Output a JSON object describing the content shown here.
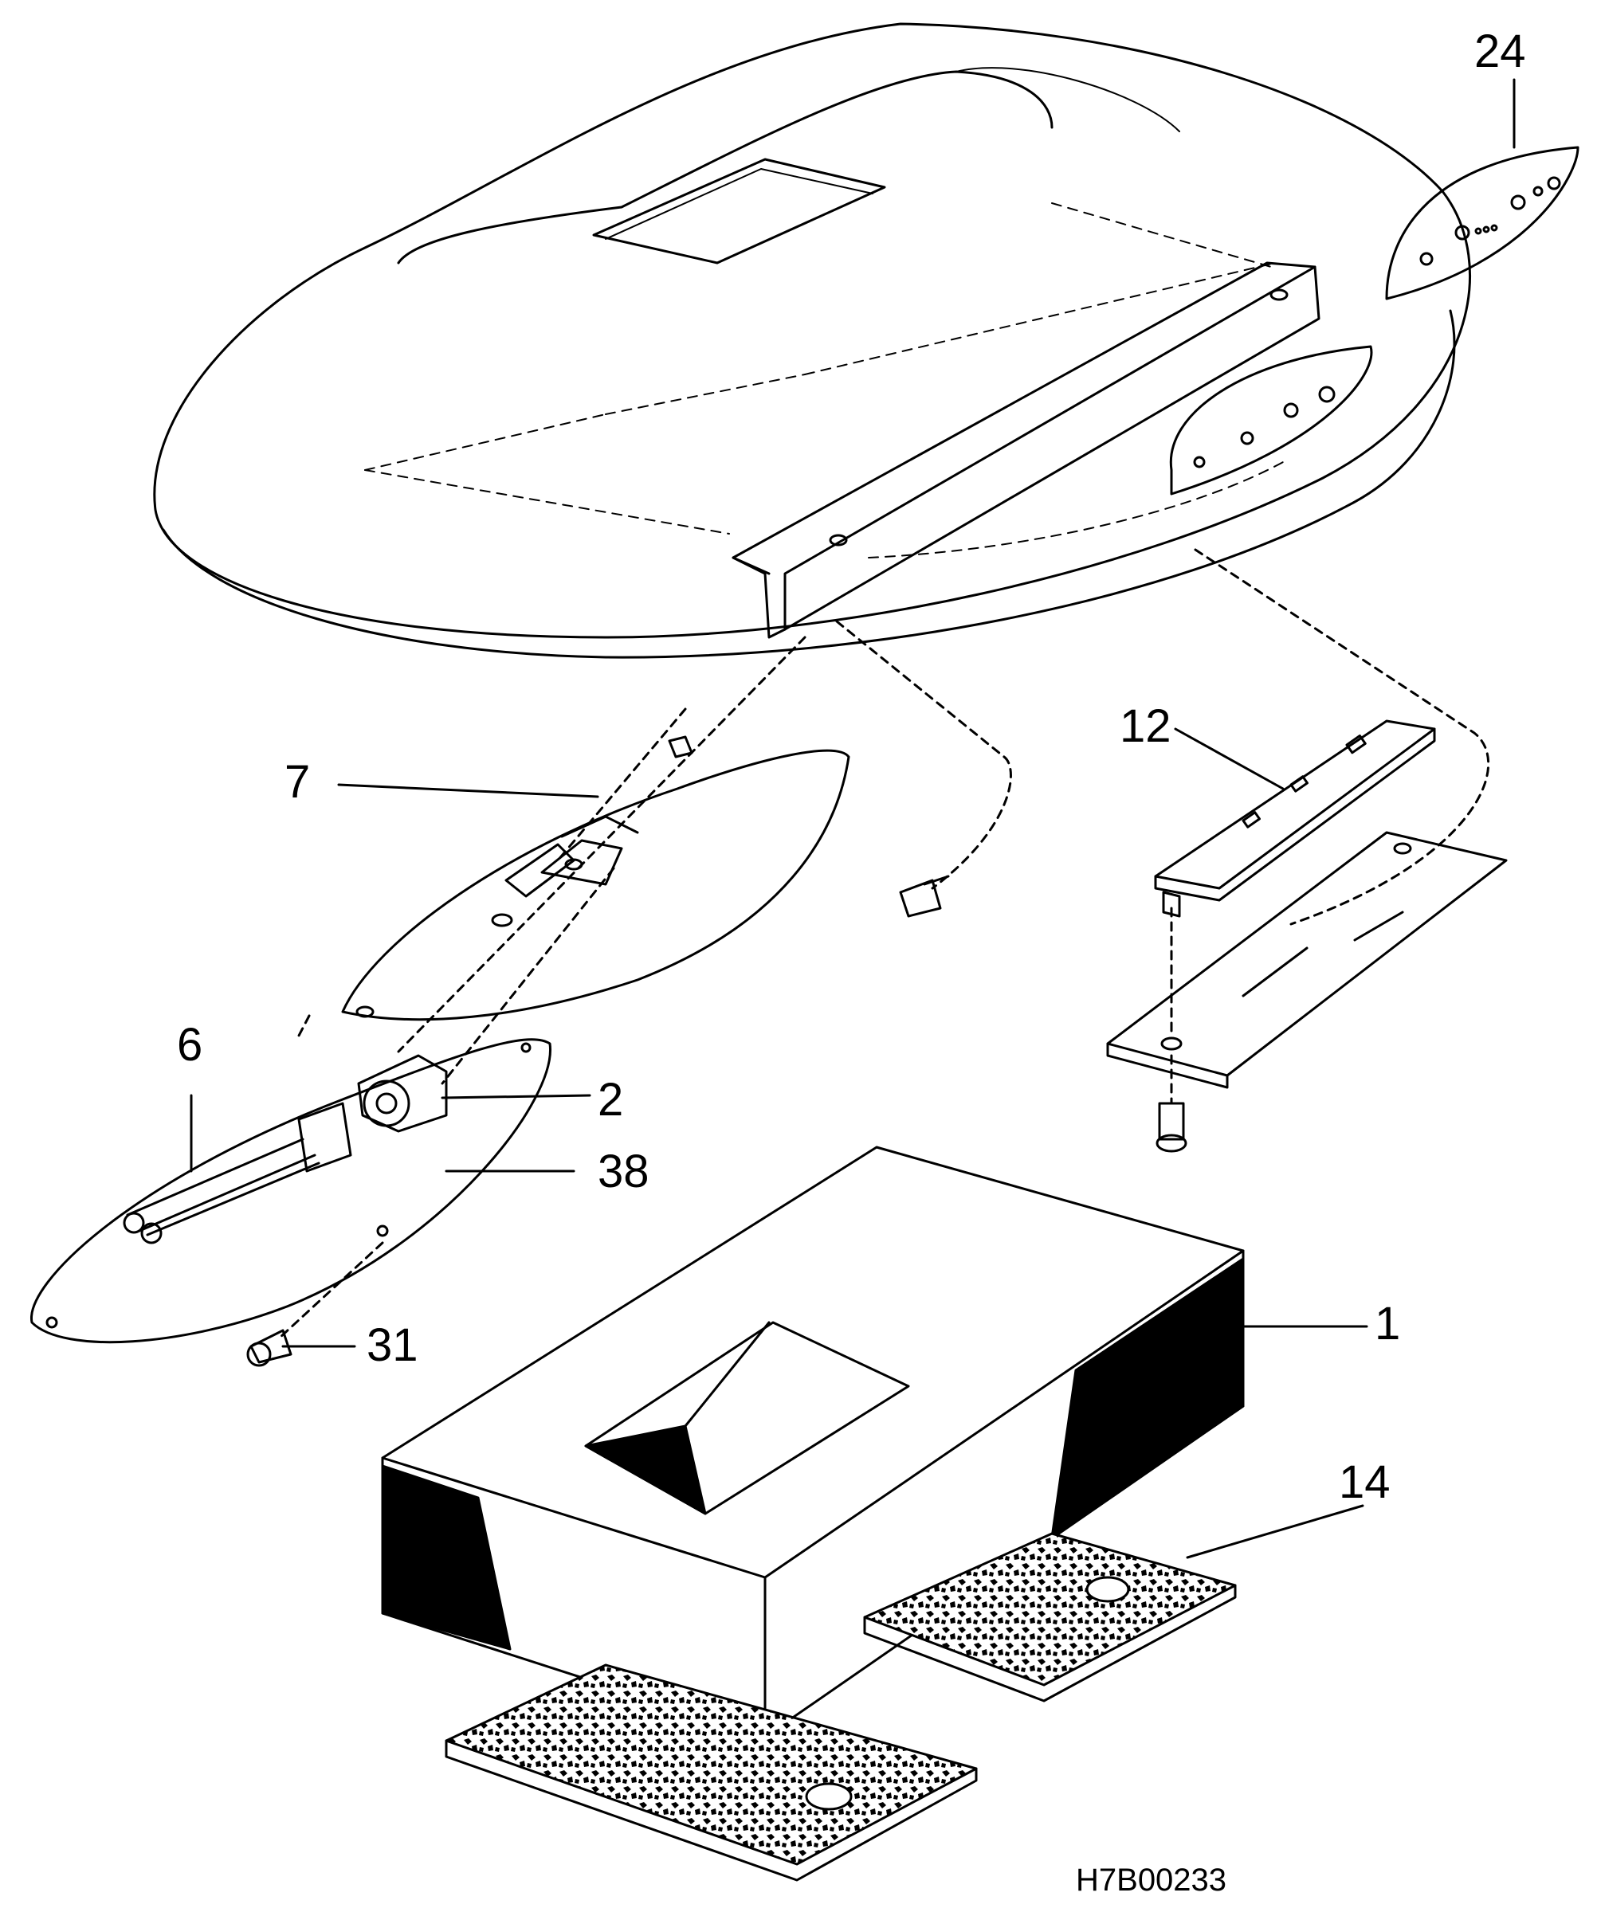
{
  "diagram": {
    "callouts": {
      "c24": "24",
      "c7": "7",
      "c12": "12",
      "c6": "6",
      "c2": "2",
      "c38": "38",
      "c1": "1",
      "c31": "31",
      "c14": "14"
    },
    "drawing_id": "H7B00233",
    "colors": {
      "line": "#000000",
      "background": "#ffffff",
      "filter_fill": "#9a9a9a"
    }
  }
}
